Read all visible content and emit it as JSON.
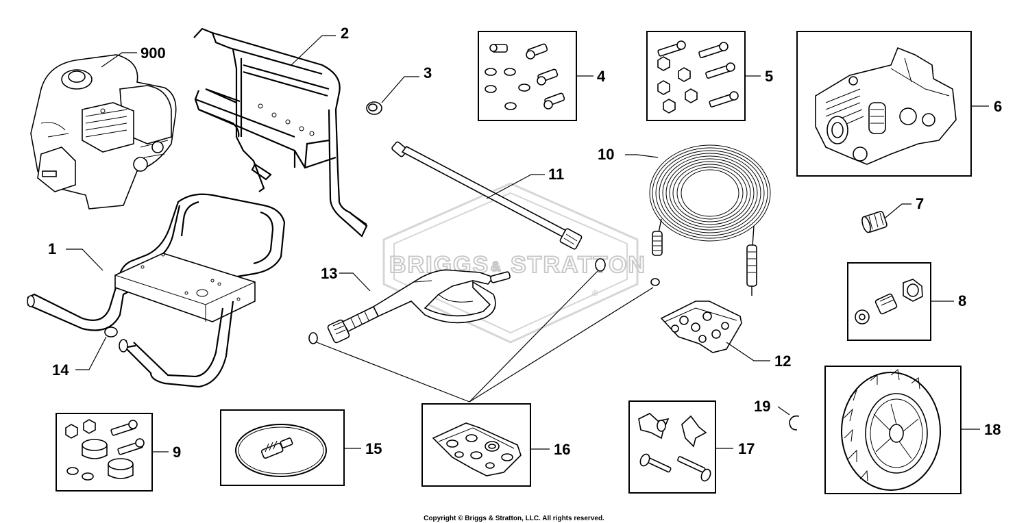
{
  "watermark": {
    "brand_left": "BRIGGS",
    "brand_amp": "&",
    "brand_right": "STRATTON",
    "registered": "®"
  },
  "copyright": "Copyright © Briggs & Stratton, LLC. All rights reserved.",
  "labels": {
    "p900": "900",
    "p1": "1",
    "p2": "2",
    "p3": "3",
    "p4": "4",
    "p5": "5",
    "p6": "6",
    "p7": "7",
    "p8": "8",
    "p9": "9",
    "p10": "10",
    "p11": "11",
    "p12": "12",
    "p13": "13",
    "p14": "14",
    "p15": "15",
    "p16": "16",
    "p17": "17",
    "p18": "18",
    "p19": "19"
  }
}
